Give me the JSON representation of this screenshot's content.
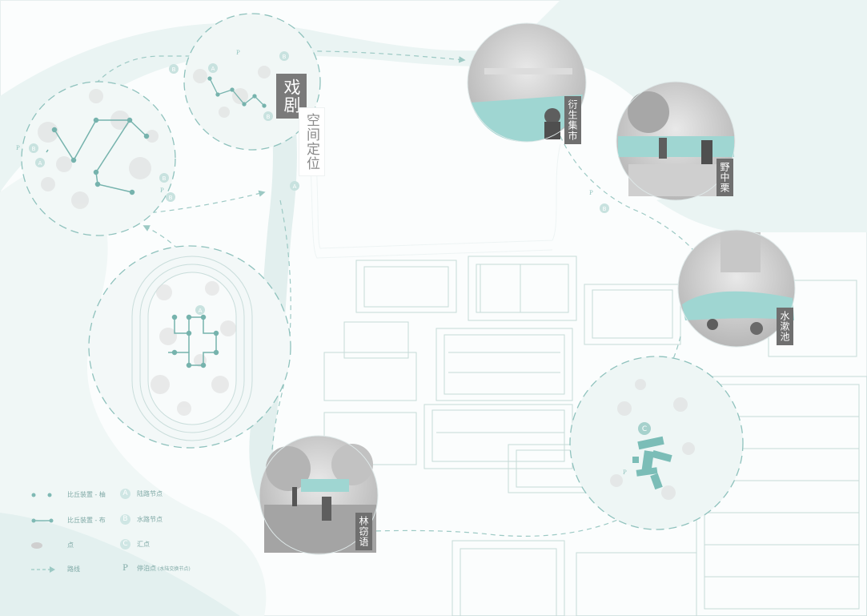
{
  "title": {
    "main": "戏剧",
    "sub": "空间定位"
  },
  "site_labels": [
    {
      "name": "衍生集市"
    },
    {
      "name": "野中栗"
    },
    {
      "name": "水漱池"
    },
    {
      "name": "林窃语"
    }
  ],
  "node_letters": {
    "land": "A",
    "water": "B",
    "gather": "C",
    "parking": "P"
  },
  "legend": {
    "items": [
      {
        "symbol": "dots",
        "label": "比丘装置 - 柚"
      },
      {
        "symbol": "dot-line",
        "label": "比丘装置 - 布"
      },
      {
        "symbol": "ellipse",
        "label": "点"
      },
      {
        "symbol": "dash-arrow",
        "label": "路线"
      }
    ],
    "nodes": [
      {
        "badge": "A",
        "label": "陆路节点"
      },
      {
        "badge": "B",
        "label": "水路节点"
      },
      {
        "badge": "C",
        "label": "汇点"
      },
      {
        "badge": "P",
        "label": "停泊点",
        "note": "(水陆交换节点)"
      }
    ]
  },
  "colors": {
    "accent": "#7fb9b4",
    "accent_light": "#e3f1f0",
    "building_line": "#b9d3d1",
    "label_bg": "#6f6f6f",
    "teal_water": "#9fd6d2"
  }
}
